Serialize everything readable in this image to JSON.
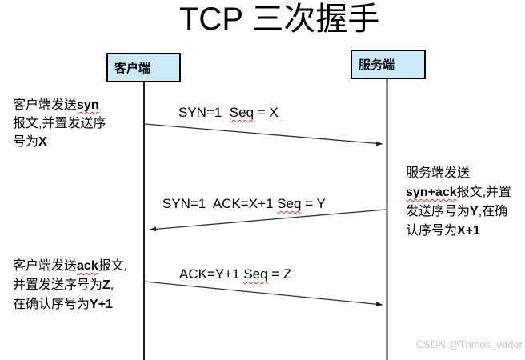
{
  "title": "TCP 三次握手",
  "actors": {
    "client": "客户端",
    "server": "服务端"
  },
  "messages": [
    {
      "name": "syn",
      "lines": [
        [
          {
            "t": "SYN=1  "
          },
          {
            "t": "Seq",
            "w": true
          },
          {
            "t": " = X"
          }
        ]
      ]
    },
    {
      "name": "syn-ack",
      "lines": [
        [
          {
            "t": "SYN=1  ACK=X+1 "
          },
          {
            "t": "Seq",
            "w": true
          },
          {
            "t": " = Y"
          }
        ]
      ]
    },
    {
      "name": "ack",
      "lines": [
        [
          {
            "t": "ACK=Y+1 "
          },
          {
            "t": "Seq",
            "w": true
          },
          {
            "t": " = Z"
          }
        ]
      ]
    }
  ],
  "annotations": [
    {
      "name": "client-sends-syn",
      "lines": [
        [
          {
            "t": "客户端发送"
          },
          {
            "t": "syn",
            "b": true,
            "w": true
          }
        ],
        [
          {
            "t": "报文,并置发送序"
          }
        ],
        [
          {
            "t": "号为"
          },
          {
            "t": "X",
            "b": true
          }
        ]
      ]
    },
    {
      "name": "server-sends-syn-ack",
      "lines": [
        [
          {
            "t": "服务端发送"
          }
        ],
        [
          {
            "t": "syn+ack",
            "b": true,
            "w": true
          },
          {
            "t": "报文,并置"
          }
        ],
        [
          {
            "t": "发送序号为"
          },
          {
            "t": "Y",
            "b": true
          },
          {
            "t": ",在确"
          }
        ],
        [
          {
            "t": "认序号为"
          },
          {
            "t": "X+1",
            "b": true
          }
        ]
      ]
    },
    {
      "name": "client-sends-ack",
      "lines": [
        [
          {
            "t": "客户端发送"
          },
          {
            "t": "ack",
            "b": true,
            "w": true
          },
          {
            "t": "报文,"
          }
        ],
        [
          {
            "t": "并置发送序号为"
          },
          {
            "t": "Z",
            "b": true
          },
          {
            "t": ","
          }
        ],
        [
          {
            "t": "在确认序号为"
          },
          {
            "t": "Y+1",
            "b": true
          }
        ]
      ]
    }
  ],
  "watermark": "CSDN @Thmos_vader",
  "colors": {
    "actor_fill": "#cce9fa",
    "actor_border": "#000000",
    "line": "#303030",
    "squiggle": "#ff2a2a",
    "watermark": "#c9c9c9"
  }
}
